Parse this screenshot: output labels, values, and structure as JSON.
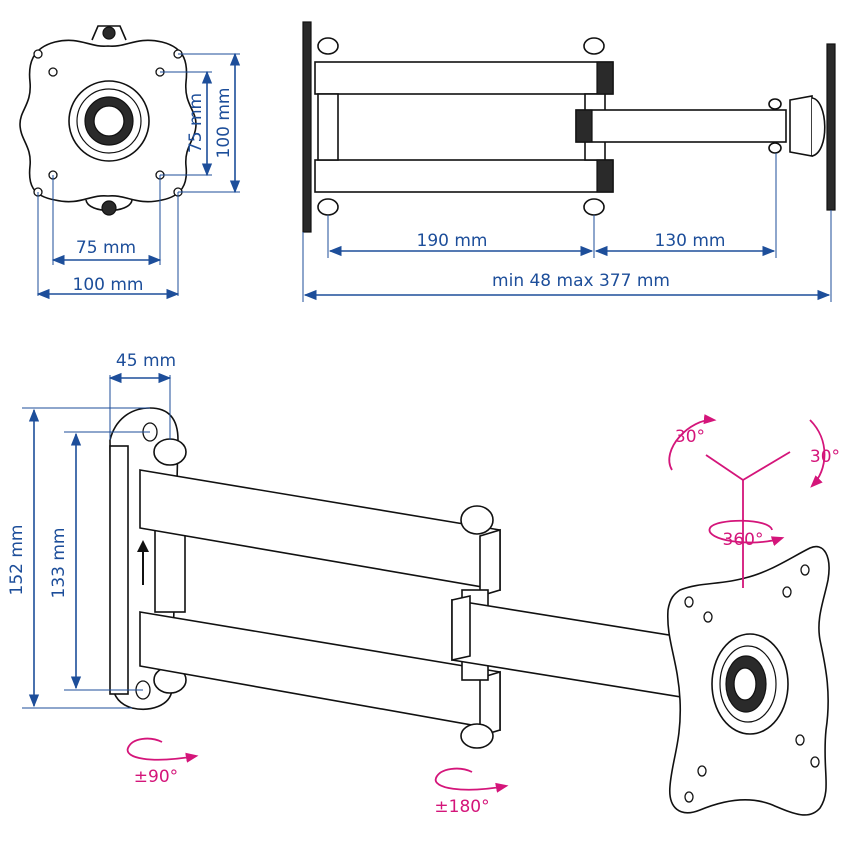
{
  "colors": {
    "dimension_blue": "#1d4e9a",
    "rotation_magenta": "#d4157a",
    "outline": "#111111"
  },
  "front_view": {
    "vesa_horizontal_inner": "75 mm",
    "vesa_horizontal_outer": "100 mm",
    "vesa_vertical_inner": "75 mm",
    "vesa_vertical_outer": "100 mm"
  },
  "top_view": {
    "arm_length_1": "190 mm",
    "arm_length_2": "130 mm",
    "extension_range": "min 48 max 377 mm"
  },
  "side_view": {
    "depth_plate": "45 mm",
    "wall_plate_height": "152 mm",
    "hole_spacing": "133 mm"
  },
  "rotations": {
    "tilt_left": "30°",
    "tilt_right": "30°",
    "swivel": "360°",
    "wall_joint": "±90°",
    "middle_joint": "±180°"
  }
}
